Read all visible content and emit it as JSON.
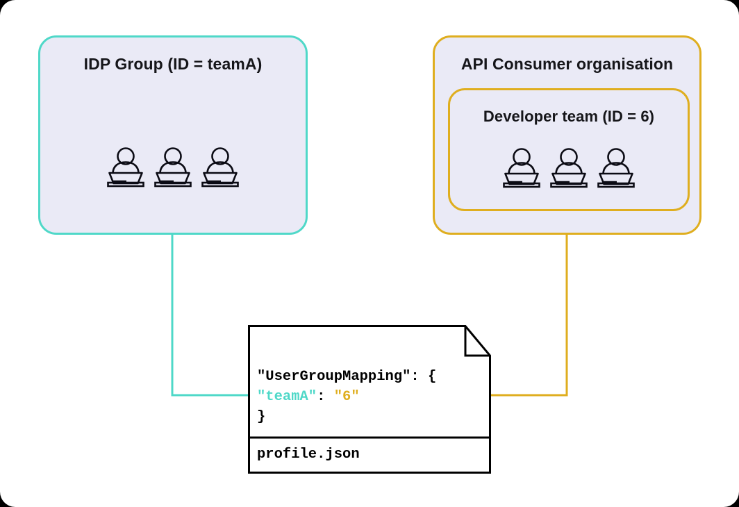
{
  "canvas": {
    "background": "#ffffff",
    "page_background": "#000000"
  },
  "colors": {
    "teal": "#4fd8c8",
    "amber": "#dfae1f",
    "box_fill": "#eaeaf6",
    "ink": "#000000",
    "faint_line": "#d4d4d8"
  },
  "idp_group": {
    "title": "IDP Group (ID = teamA)",
    "people_count": 3,
    "border_color": "#4fd8c8"
  },
  "api_org": {
    "title": "API Consumer organisation",
    "border_color": "#dfae1f",
    "developer_team": {
      "title": "Developer team (ID = 6)",
      "people_count": 3,
      "border_color": "#dfae1f"
    }
  },
  "json_card": {
    "filename": "profile.json",
    "code": {
      "line1": "\"UserGroupMapping\": {",
      "line2_key": "\"teamA\"",
      "line2_sep": ": ",
      "line2_value": "\"6\"",
      "line3": "}"
    }
  },
  "connectors": [
    {
      "name": "idp-group-to-json-key",
      "color": "#4fd8c8",
      "from": "IDP Group (ID = teamA)",
      "to": "\"teamA\"",
      "arrow_direction": "right"
    },
    {
      "name": "developer-team-to-json-value",
      "color": "#dfae1f",
      "from": "Developer team (ID = 6)",
      "to": "\"6\"",
      "arrow_direction": "left"
    }
  ]
}
